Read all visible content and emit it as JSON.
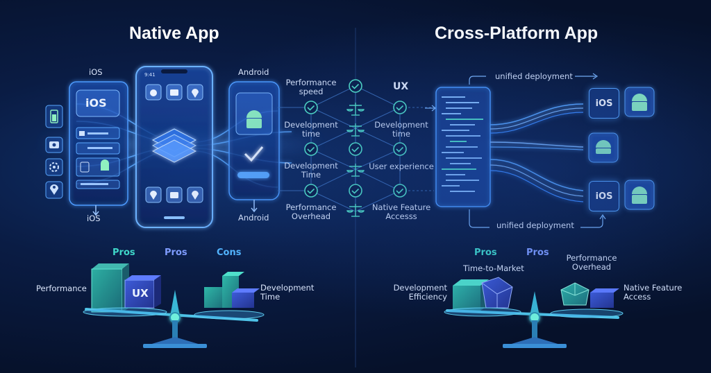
{
  "headings": {
    "native": "Native App",
    "cross": "Cross-Platform App"
  },
  "native_diagram": {
    "ios_label": "iOS",
    "android_label": "Android",
    "ios_bottom": "iOS",
    "android_bottom": "Android",
    "ios_screen_text": "iOS",
    "status_time": "9:41"
  },
  "comparison": {
    "left_labels": [
      "Performance\nspeed",
      "Development\ntime",
      "Development\nTime",
      "Performance\nOverhead"
    ],
    "right_labels": [
      "UX",
      "Development\ntime",
      "User experience",
      "Native Feature\nAccesss"
    ]
  },
  "cross_diagram": {
    "unified_top": "unified deployment",
    "unified_bottom": "unified deployment",
    "chip_ios_1": "iOS",
    "chip_ios_2": "iOS"
  },
  "native_scale": {
    "pros_1": "Pros",
    "pros_2": "Pros",
    "cons": "Cons",
    "left_label": "Performance",
    "ux_block": "UX",
    "right_label": "Development\nTime"
  },
  "cross_scale": {
    "pros_1": "Pros",
    "pros_2": "Pros",
    "time_to_market": "Time-to-Market",
    "performance_overhead": "Performance\nOverhead",
    "left_label": "Development\nEfficiency",
    "right_label": "Native Feature\nAccess"
  },
  "colors": {
    "accent_blue": "#3c8cff",
    "accent_teal": "#3fd7c9",
    "check_teal": "#52e0c4",
    "background": "#07122a"
  },
  "icons": [
    "battery-icon",
    "camera-icon",
    "settings-icon",
    "location-icon",
    "apple-icon",
    "android-icon",
    "checkmark-icon",
    "balance-scale-icon",
    "code-icon"
  ]
}
